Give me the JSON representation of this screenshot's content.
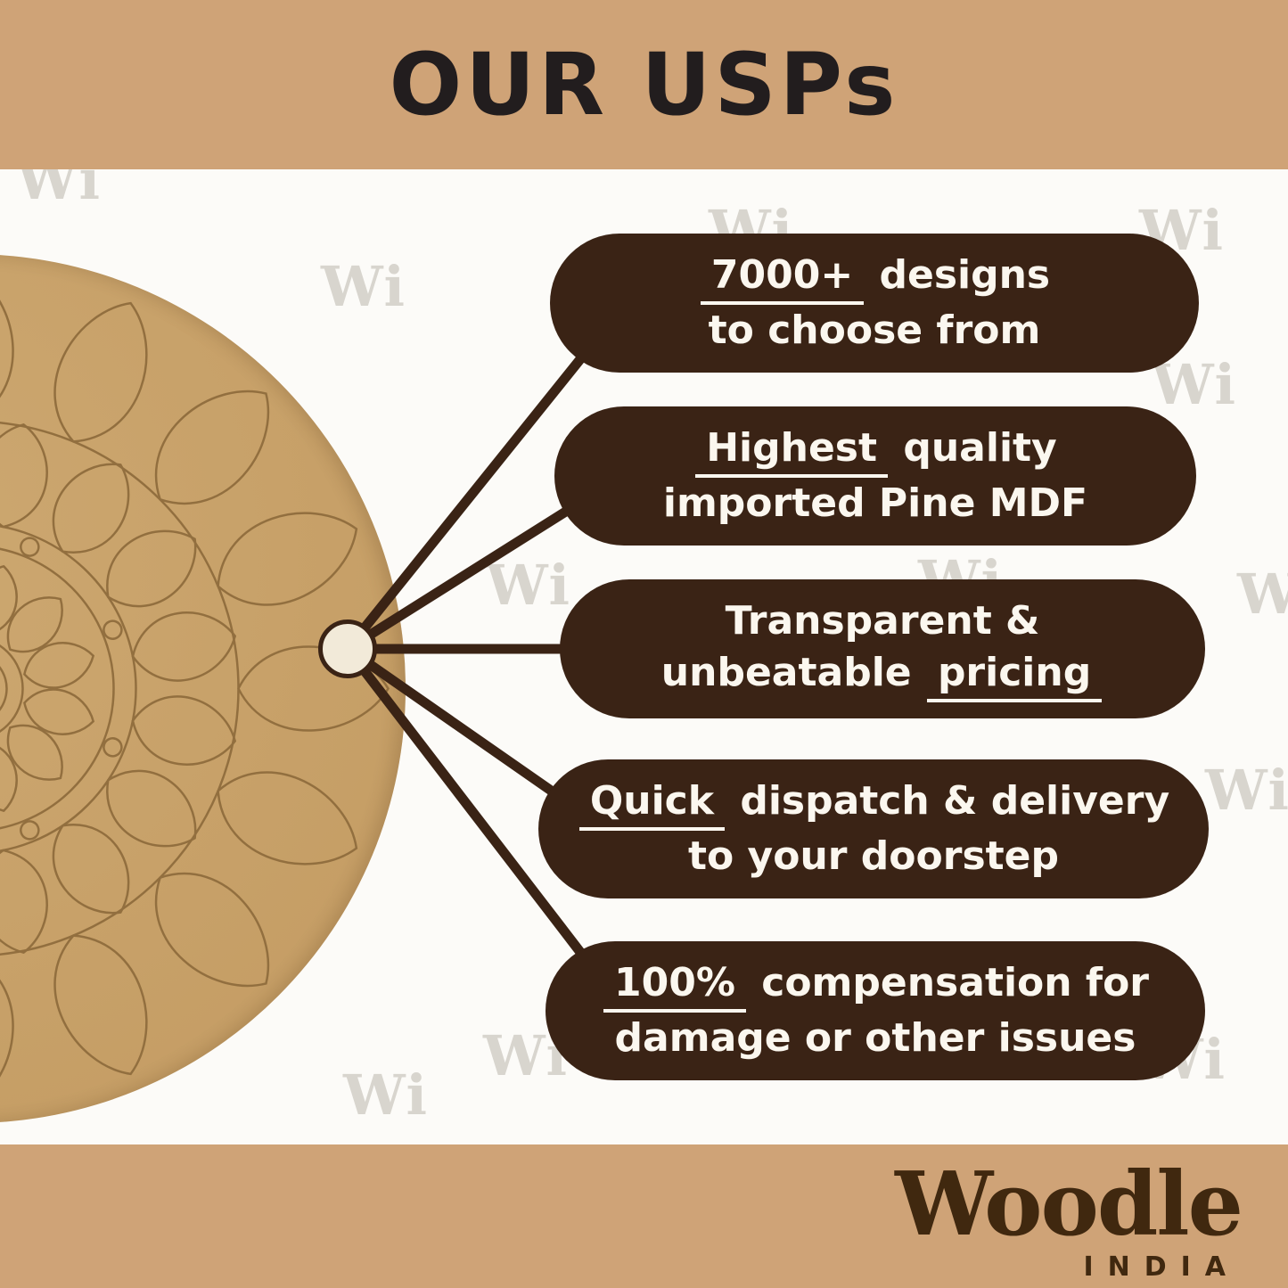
{
  "header": {
    "title": "OUR USPs"
  },
  "watermark": {
    "text": "Wi"
  },
  "usps": [
    {
      "l1a": "",
      "l1b": "7000+",
      "l1c": " designs",
      "l2a": "to choose from",
      "l2b": "",
      "l2c": ""
    },
    {
      "l1a": "",
      "l1b": "Highest",
      "l1c": " quality",
      "l2a": "imported Pine MDF",
      "l2b": "",
      "l2c": ""
    },
    {
      "l1a": "Transparent &",
      "l1b": "",
      "l1c": "",
      "l2a": "unbeatable ",
      "l2b": "pricing",
      "l2c": ""
    },
    {
      "l1a": "",
      "l1b": "Quick",
      "l1c": " dispatch & delivery",
      "l2a": "to your doorstep",
      "l2b": "",
      "l2c": ""
    },
    {
      "l1a": "",
      "l1b": "100%",
      "l1c": " compensation for",
      "l2a": "damage or other issues",
      "l2b": "",
      "l2c": ""
    }
  ],
  "footer": {
    "brand": "Woodle",
    "country": "INDIA"
  },
  "colors": {
    "band": "#cfa377",
    "card": "#3a2315",
    "mdf": "#c79f67",
    "ink": "#221d1e"
  }
}
